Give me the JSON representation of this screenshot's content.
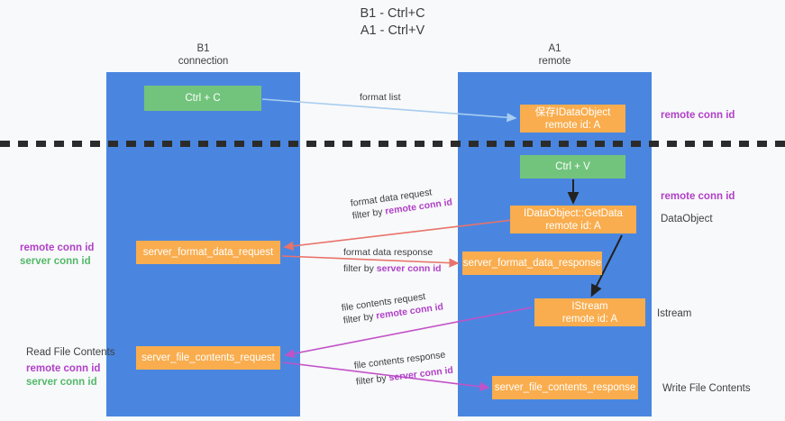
{
  "title": {
    "line1": "B1 - Ctrl+C",
    "line2": "A1 - Ctrl+V"
  },
  "columns": [
    {
      "name": "B1",
      "role": "connection"
    },
    {
      "name": "A1",
      "role": "remote"
    }
  ],
  "nodes": {
    "ctrl_c": {
      "label": "Ctrl + C",
      "color": "#72c47c"
    },
    "save_idataobject": {
      "line1": "保存IDataObject",
      "line2": "remote id: A",
      "color": "#f9ad4e"
    },
    "ctrl_v": {
      "label": "Ctrl + V",
      "color": "#72c47c"
    },
    "getdata": {
      "line1": "IDataObject::GetData",
      "line2": "remote id: A",
      "color": "#f9ad4e"
    },
    "server_format_data_request": {
      "label": "server_format_data_request",
      "color": "#f9ad4e"
    },
    "server_format_data_response": {
      "label": "server_format_data_response",
      "color": "#f9ad4e"
    },
    "istream": {
      "line1": "IStream",
      "line2": "remote id: A",
      "color": "#f9ad4e"
    },
    "server_file_contents_request": {
      "label": "server_file_contents_request",
      "color": "#f9ad4e"
    },
    "server_file_contents_response": {
      "label": "server_file_contents_response",
      "color": "#f9ad4e"
    }
  },
  "edges": {
    "format_list": {
      "label": "format list",
      "color": "#a8cdf0"
    },
    "format_data_request": {
      "label": "format data request",
      "filter_prefix": "filter by ",
      "filter_key": "remote conn id",
      "color": "#e8736a"
    },
    "format_data_response": {
      "label": "format data response",
      "filter_prefix": "filter by ",
      "filter_key": "server conn id",
      "color": "#e8736a"
    },
    "file_contents_request": {
      "label": "file contents request",
      "filter_prefix": "filter by ",
      "filter_key": "remote conn id",
      "color": "#c252c8"
    },
    "file_contents_response": {
      "label": "file contents response",
      "filter_prefix": "filter by ",
      "filter_key": "server conn id",
      "color": "#c252c8"
    }
  },
  "annotations": {
    "right": [
      {
        "text": "remote conn id",
        "style": "purple"
      },
      {
        "text": "remote conn id",
        "style": "purple"
      },
      {
        "text": "DataObject",
        "style": "dark"
      },
      {
        "text": "Istream",
        "style": "dark"
      },
      {
        "text": "Write File Contents",
        "style": "dark"
      }
    ],
    "left": [
      {
        "text": "remote conn id",
        "style": "purple"
      },
      {
        "text": "server conn id",
        "style": "green"
      },
      {
        "text": "Read File Contents",
        "style": "dark"
      },
      {
        "text": "remote conn id",
        "style": "purple"
      },
      {
        "text": "server conn id",
        "style": "green"
      }
    ]
  },
  "colors": {
    "lane": "#4a86e0",
    "green_node": "#72c47c",
    "orange_node": "#f9ad4e",
    "purple_text": "#b040c8",
    "green_text": "#53b96a",
    "red_arrow": "#e8736a",
    "magenta_arrow": "#c252c8",
    "light_blue_arrow": "#a8cdf0",
    "divider": "#2b2b2b",
    "background": "#f8f9fa"
  }
}
